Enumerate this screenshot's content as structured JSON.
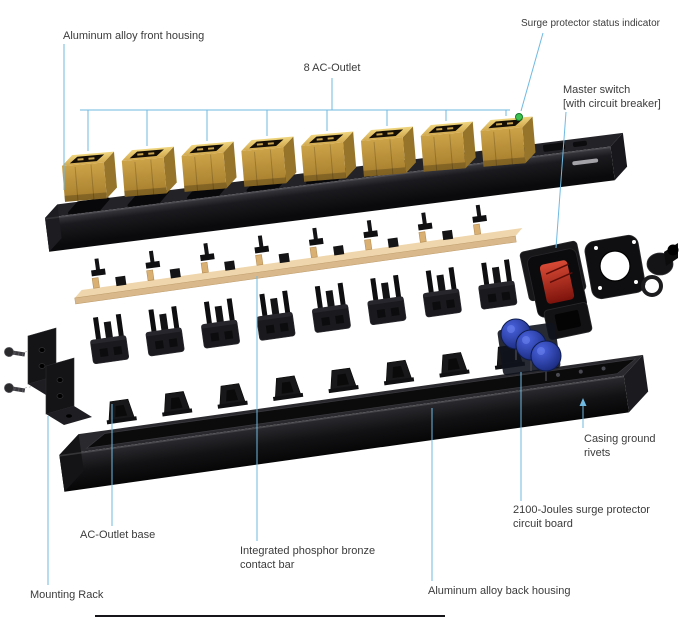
{
  "diagram": {
    "labels": {
      "front_housing": "Aluminum alloy front housing",
      "ac_outlets": "8 AC-Outlet",
      "status_indicator": "Surge protector status indicator",
      "master_switch": [
        "Master switch",
        "[with circuit breaker]"
      ],
      "ground_rivets": [
        "Casing ground",
        "rivets"
      ],
      "circuit_board": [
        "2100-Joules surge protector",
        "circuit board"
      ],
      "outlet_base": "AC-Outlet base",
      "contact_bar": [
        "Integrated phosphor bronze",
        "contact bar"
      ],
      "mounting_rack": "Mounting Rack",
      "back_housing": "Aluminum alloy back housing"
    },
    "colors": {
      "background": "#ffffff",
      "leader_line": "#6fb9e2",
      "label_text": "#3b3b3b",
      "led_green": "#3ec24f",
      "housing_black": "#121215",
      "brass": "#c89d43",
      "bronze": "#e3c08e",
      "switch_red": "#c8352a",
      "mov_blue": "#2743b8"
    }
  }
}
